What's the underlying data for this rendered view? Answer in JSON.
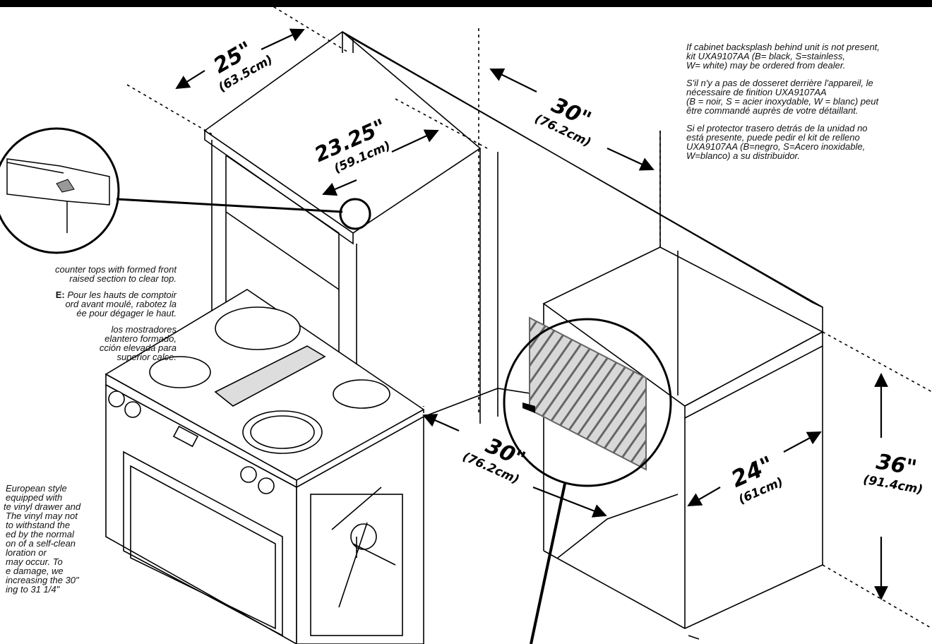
{
  "dims": {
    "d25": {
      "value": "25\"",
      "metric": "(63.5cm)"
    },
    "d2325": {
      "value": "23.25\"",
      "metric": "(59.1cm)"
    },
    "d30top": {
      "value": "30\"",
      "metric": "(76.2cm)"
    },
    "d30front": {
      "value": "30\"",
      "metric": "(76.2cm)"
    },
    "d24": {
      "value": "24\"",
      "metric": "(61cm)"
    },
    "d36": {
      "value": "36\"",
      "metric": "(91.4cm)"
    }
  },
  "backsplash_note": {
    "en_1": "If cabinet backsplash behind unit is not present,",
    "en_2": "kit UXA9107AA (B= black, S=stainless,",
    "en_3": "W= white) may be ordered from dealer.",
    "fr_1": "S'il n'y a pas de dosseret derrière l'appareil, le",
    "fr_2": "nécessaire de finition UXA9107AA",
    "fr_3": "(B = noir, S = acier inoxydable, W = blanc) peut",
    "fr_4": "être commandé auprès de votre détaillant.",
    "es_1": "Si el protector trasero detrás de la unidad no",
    "es_2": "está presente, puede pedir el kit de relleno",
    "es_3": "UXA9107AA (B=negro, S=Acero inoxidable,",
    "es_4": "W=blanco) a su distribuidor."
  },
  "countertop_note": {
    "en_1": "counter tops with formed front",
    "en_2": "raised section to clear top.",
    "fr_label": "E:",
    "fr_1": "Pour les hauts de comptoir",
    "fr_2": "ord avant moulé, rabotez la",
    "fr_3": "ée pour dégager le haut.",
    "es_1": "los mostradores",
    "es_2": "elantero formado,",
    "es_3": "cción elevada para",
    "es_4": "superior calce."
  },
  "vinyl_note": {
    "l1": "European style",
    "l2": "equipped with",
    "l3": "te vinyl drawer and",
    "l4": "The vinyl may not",
    "l5": "to withstand the",
    "l6": "ed by the normal",
    "l7": "on of a self-clean",
    "l8": "loration or",
    "l9": "may occur. To",
    "l10": "e damage, we",
    "l11": "increasing the 30\"",
    "l12": "ing to 31 1/4\""
  }
}
